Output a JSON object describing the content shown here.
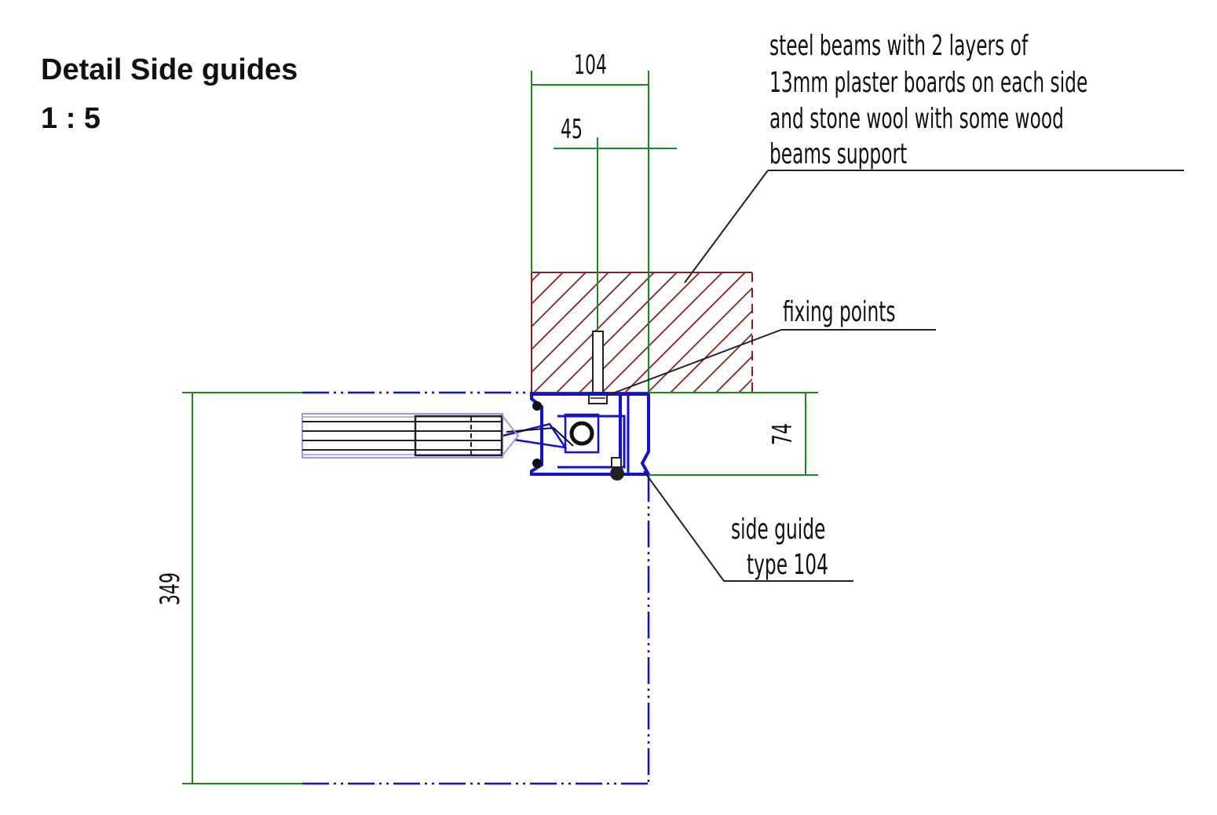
{
  "title": {
    "name": "Detail Side guides",
    "scale": "1 : 5"
  },
  "dimensions": {
    "width_total": "104",
    "width_partial": "45",
    "height_guide": "74",
    "height_total": "349"
  },
  "notes": {
    "wall": [
      "steel beams with 2 layers of",
      "13mm plaster boards on each side",
      "and stone wool with some wood",
      "beams support"
    ],
    "fixing": "fixing points",
    "guide": [
      "side guide",
      "type 104"
    ]
  },
  "colors": {
    "dimension": "#1a8a1a",
    "profile": "#1010e0",
    "wall_hatch": "#8b2020",
    "leader": "#222222"
  }
}
